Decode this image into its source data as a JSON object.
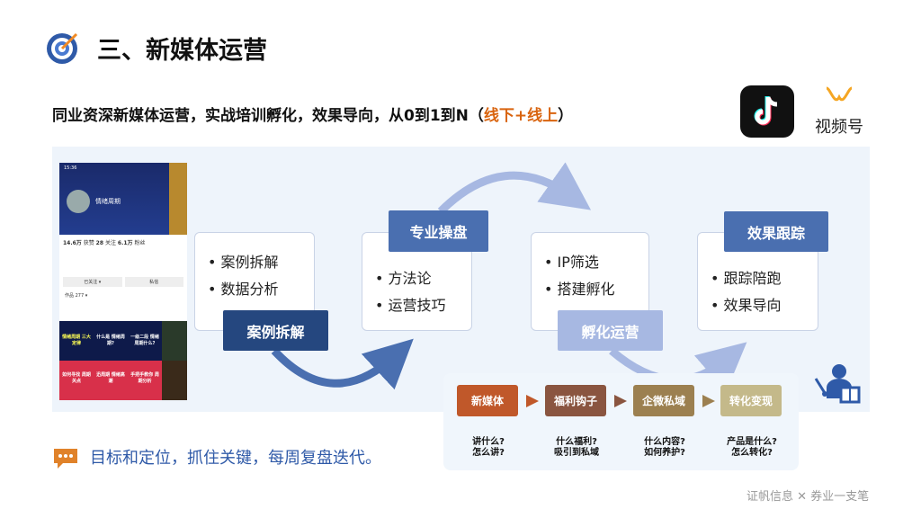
{
  "header": {
    "title": "三、新媒体运营",
    "icon": "target-icon"
  },
  "subtitle": {
    "main": "同业资深新媒体运营，实战培训孵化，效果导向，从0到1到N（",
    "highlight": "线下+线上",
    "end": "）"
  },
  "logos": {
    "douyin": "douyin-logo",
    "channels_label": "视频号"
  },
  "phone": {
    "time": "15:36",
    "name": "情绪周期",
    "likes": "14.6万",
    "likes_label": "获赞",
    "follow": "28",
    "follow_label": "关注",
    "fans": "6.1万",
    "fans_label": "粉丝",
    "followed_btn": "已关注 ▾",
    "message_btn": "私信",
    "works": "作品 277 ▾",
    "tiles": [
      "情绪周期 三大定律",
      "什么是 情绪周期?",
      "一级二段 情绪周期什么?",
      "如何寻找 周期关点",
      "迅周期 情绪高潮",
      "手把手教你 周期分析"
    ]
  },
  "steps": [
    {
      "label": "案例拆解",
      "items": [
        "案例拆解",
        "数据分析"
      ],
      "color": "#25477f"
    },
    {
      "label": "专业操盘",
      "items": [
        "方法论",
        "运营技巧"
      ],
      "color": "#4a6fb0"
    },
    {
      "label": "孵化运营",
      "items": [
        "IP筛选",
        "搭建孵化"
      ],
      "color": "#a7b8e2"
    },
    {
      "label": "效果跟踪",
      "items": [
        "跟踪陪跑",
        "效果导向"
      ],
      "color": "#4a6fb0"
    }
  ],
  "flow": [
    {
      "label": "新媒体",
      "q1": "讲什么?",
      "q2": "怎么讲?",
      "color": "#c0582a"
    },
    {
      "label": "福利钩子",
      "q1": "什么福利?",
      "q2": "吸引到私域",
      "color": "#8a5540"
    },
    {
      "label": "企微私域",
      "q1": "什么内容?",
      "q2": "如何养护?",
      "color": "#9c8050"
    },
    {
      "label": "转化变现",
      "q1": "产品是什么?",
      "q2": "怎么转化?",
      "color": "#c4b98a"
    }
  ],
  "bottom_text": "目标和定位，抓住关键，每周复盘迭代。",
  "footer": "证帆信息 ✕ 券业一支笔"
}
